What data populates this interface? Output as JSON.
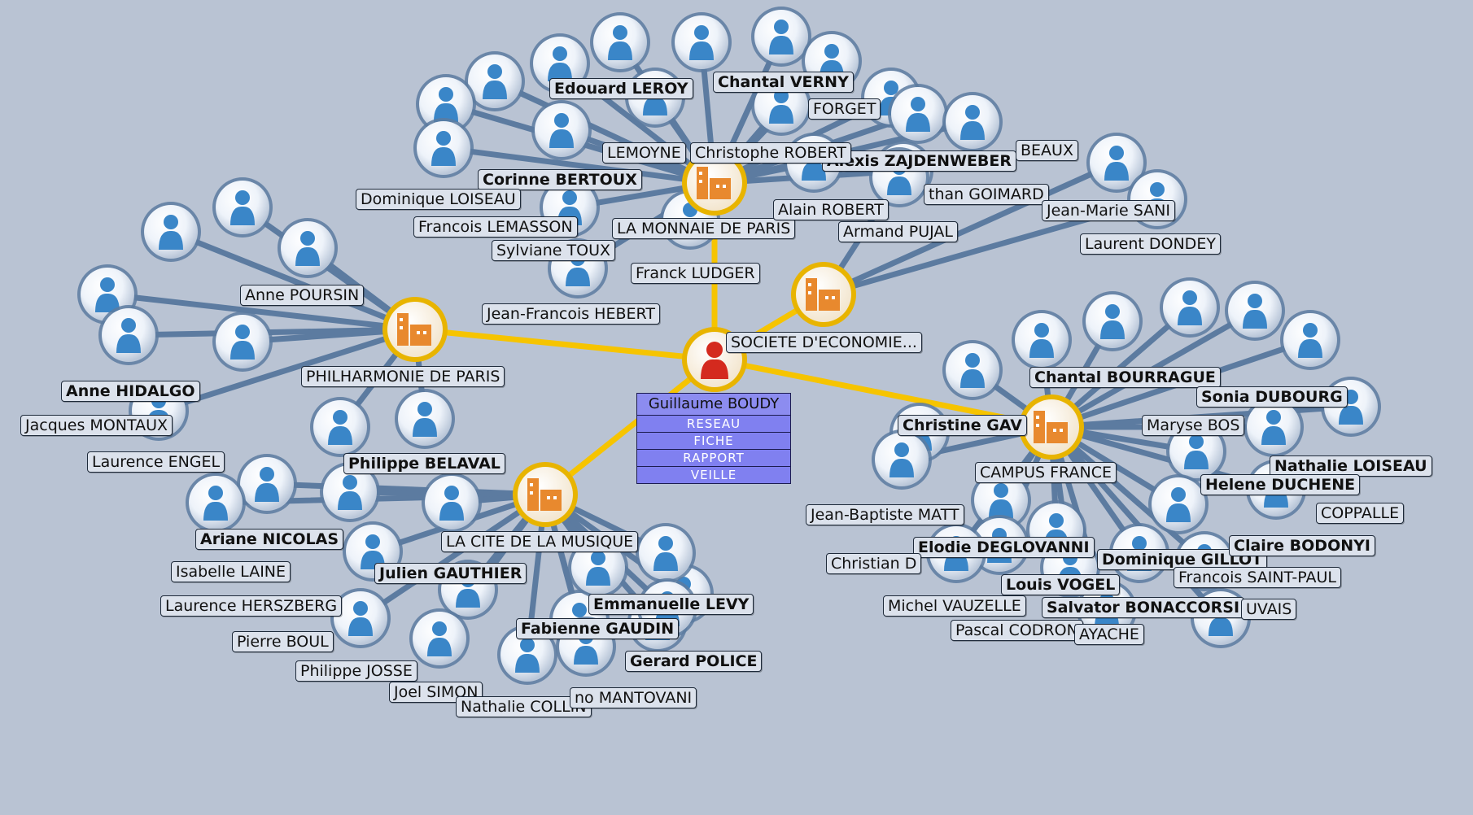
{
  "center": {
    "name": "Guillaume BOUDY"
  },
  "menu": [
    "RESEAU",
    "FICHE",
    "RAPPORT",
    "VEILLE"
  ],
  "organizations": [
    {
      "label": "LA MONNAIE DE PARIS"
    },
    {
      "label": "SOCIETE D'ECONOMIE..."
    },
    {
      "label": "PHILHARMONIE DE PARIS"
    },
    {
      "label": "LA CITE DE LA MUSIQUE"
    },
    {
      "label": "CAMPUS FRANCE"
    }
  ],
  "people": [
    "Edouard LEROY",
    "Chantal VERNY",
    "FORGET",
    "Alexis ZAJDENWEBER",
    "Christophe ROBERT",
    "Alain ROBERT",
    "Armand PUJAL",
    "than GOIMARD",
    "Jean-Marie SANI",
    "Laurent DONDEY",
    "Corinne BERTOUX",
    "Dominique LOISEAU",
    "Francois LEMASSON",
    "Sylviane TOUX",
    "Franck LUDGER",
    "Jean-Francois HEBERT",
    "Anne POURSIN",
    "Anne HIDALGO",
    "Jacques MONTAUX",
    "Laurence ENGEL",
    "Philippe BELAVAL",
    "Ariane NICOLAS",
    "Isabelle LAINE",
    "Laurence HERSZBERG",
    "Pierre BOUL",
    "Philippe JOSSE",
    "Joel SIMON",
    "Nathalie COLLIN",
    "Julien GAUTHIER",
    "Emmanuelle LEVY",
    "Fabienne GAUDIN",
    "Gerard POLICE",
    "no MANTOVANI",
    "Chantal BOURRAGUE",
    "Christine GAV",
    "Sonia DUBOURG",
    "Maryse BOS",
    "Nathalie LOISEAU",
    "Helene DUCHENE",
    "Jean-Baptiste MATT",
    "Elodie DEGLOVANNI",
    "Dominique GILLOT",
    "Claire BODONYI",
    "Francois SAINT-PAUL",
    "Louis VOGEL",
    "Salvator BONACCORSI",
    "Michel VAUZELLE",
    "Pascal CODRON",
    "Christian D",
    "LEMOYNE",
    "BEAUX",
    "COPPALLE",
    "UVAIS",
    "AYACHE"
  ],
  "colors": {
    "background": "#b9c3d3",
    "center_link": "#f6c400",
    "person_link": "#5c7ba0",
    "org_node": "#e8892e",
    "center_node": "#d42a1e",
    "person_node": "#3a86c8"
  }
}
